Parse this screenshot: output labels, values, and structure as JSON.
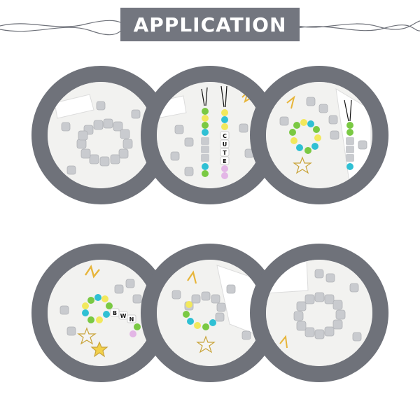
{
  "header": {
    "title": "APPLICATION"
  },
  "colors": {
    "header_bg": "#73767f",
    "ring": "#6f727a",
    "bead_gray": "#c9cbcf",
    "bead_green": "#7ac943",
    "bead_blue": "#2fc0d4",
    "bead_yellow": "#f2e85c",
    "bead_pink": "#e3b6e6"
  },
  "tiles": [
    {
      "name": "bracelet-ring-top-left"
    },
    {
      "name": "phone-straps-top-center"
    },
    {
      "name": "keychain-straps-top-right"
    },
    {
      "name": "keychain-bottom-left"
    },
    {
      "name": "keychain-bottom-center"
    },
    {
      "name": "bracelet-ring-bottom-right"
    }
  ],
  "bead_letters": {
    "straps_top_center": [
      "C",
      "U",
      "T",
      "E"
    ],
    "keychain_bottom_left": [
      "B",
      "W",
      "N"
    ]
  }
}
